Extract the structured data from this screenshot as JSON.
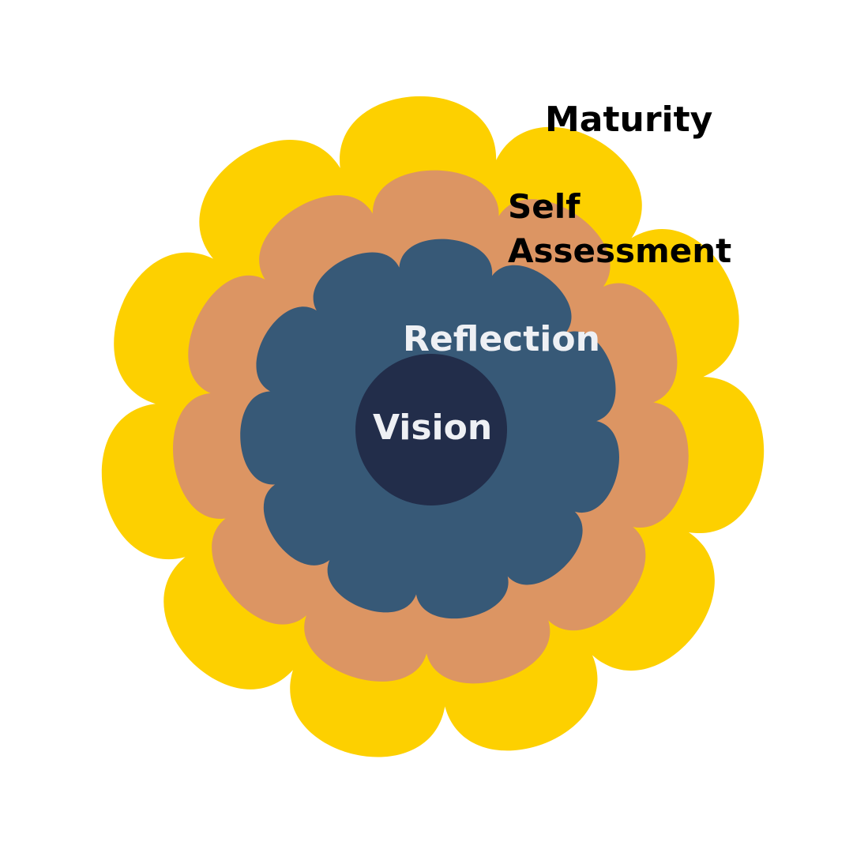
{
  "diagram": {
    "layers": [
      {
        "label": "Maturity",
        "color": "#FDD000",
        "text_color": "#000000"
      },
      {
        "label": "Self Assessment",
        "label_lines": [
          "Self",
          "Assessment"
        ],
        "color": "#DC9563",
        "text_color": "#000000"
      },
      {
        "label": "Reflection",
        "color": "#375977",
        "text_color": "#EEF0F4"
      },
      {
        "label": "Vision",
        "color": "#222D4A",
        "text_color": "#EEF0F4"
      }
    ],
    "background": "#FFFFFF"
  }
}
